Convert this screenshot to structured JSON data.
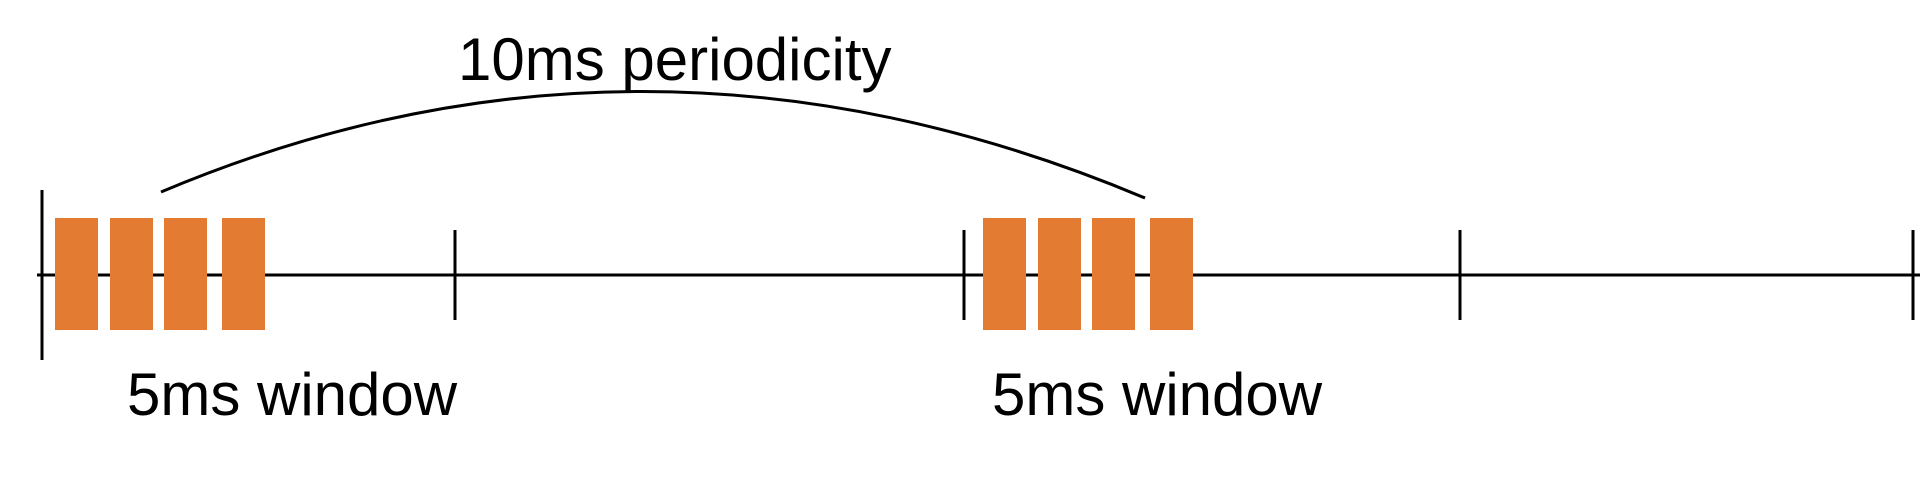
{
  "diagram": {
    "periodicity_label": "10ms periodicity",
    "windows": [
      {
        "label": "5ms window",
        "blocks": 4
      },
      {
        "label": "5ms window",
        "blocks": 4
      }
    ],
    "colors": {
      "block": "#E37B33",
      "line": "#000000"
    }
  }
}
